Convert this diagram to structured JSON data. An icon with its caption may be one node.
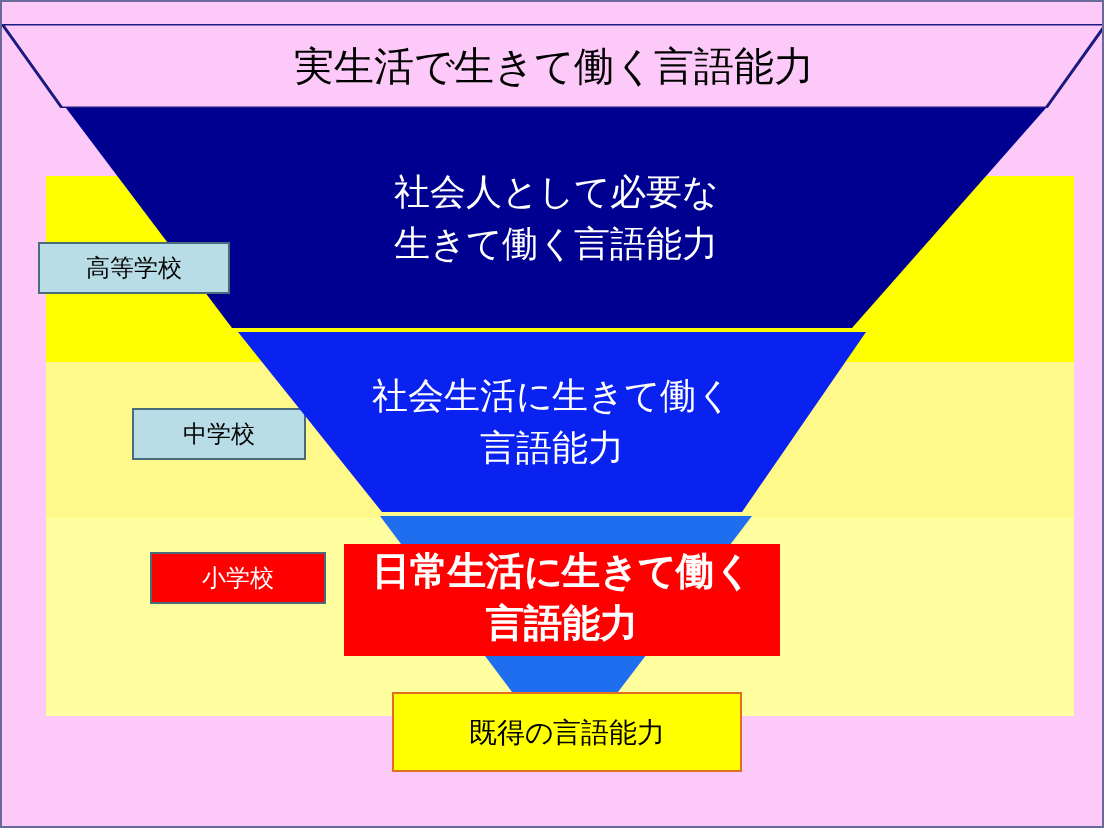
{
  "diagram": {
    "nodes": [
      {
        "text": [
          "実生活で生きて働く言語能力"
        ]
      },
      {
        "text": [
          "社会人として必要な生きて働く言語能力"
        ]
      },
      {
        "text": [
          "高等学校"
        ]
      },
      {
        "text": [
          "中学校"
        ]
      },
      {
        "text": [
          "社会生活に生きて働く言語能力"
        ]
      },
      {
        "text": [
          "小学校"
        ]
      },
      {
        "text": [],
        "shape": "trapezoid"
      },
      {
        "text": [
          "日常生活に生きて働く言語能力"
        ]
      },
      {
        "text": [
          "既得の言語能力"
        ]
      }
    ]
  }
}
